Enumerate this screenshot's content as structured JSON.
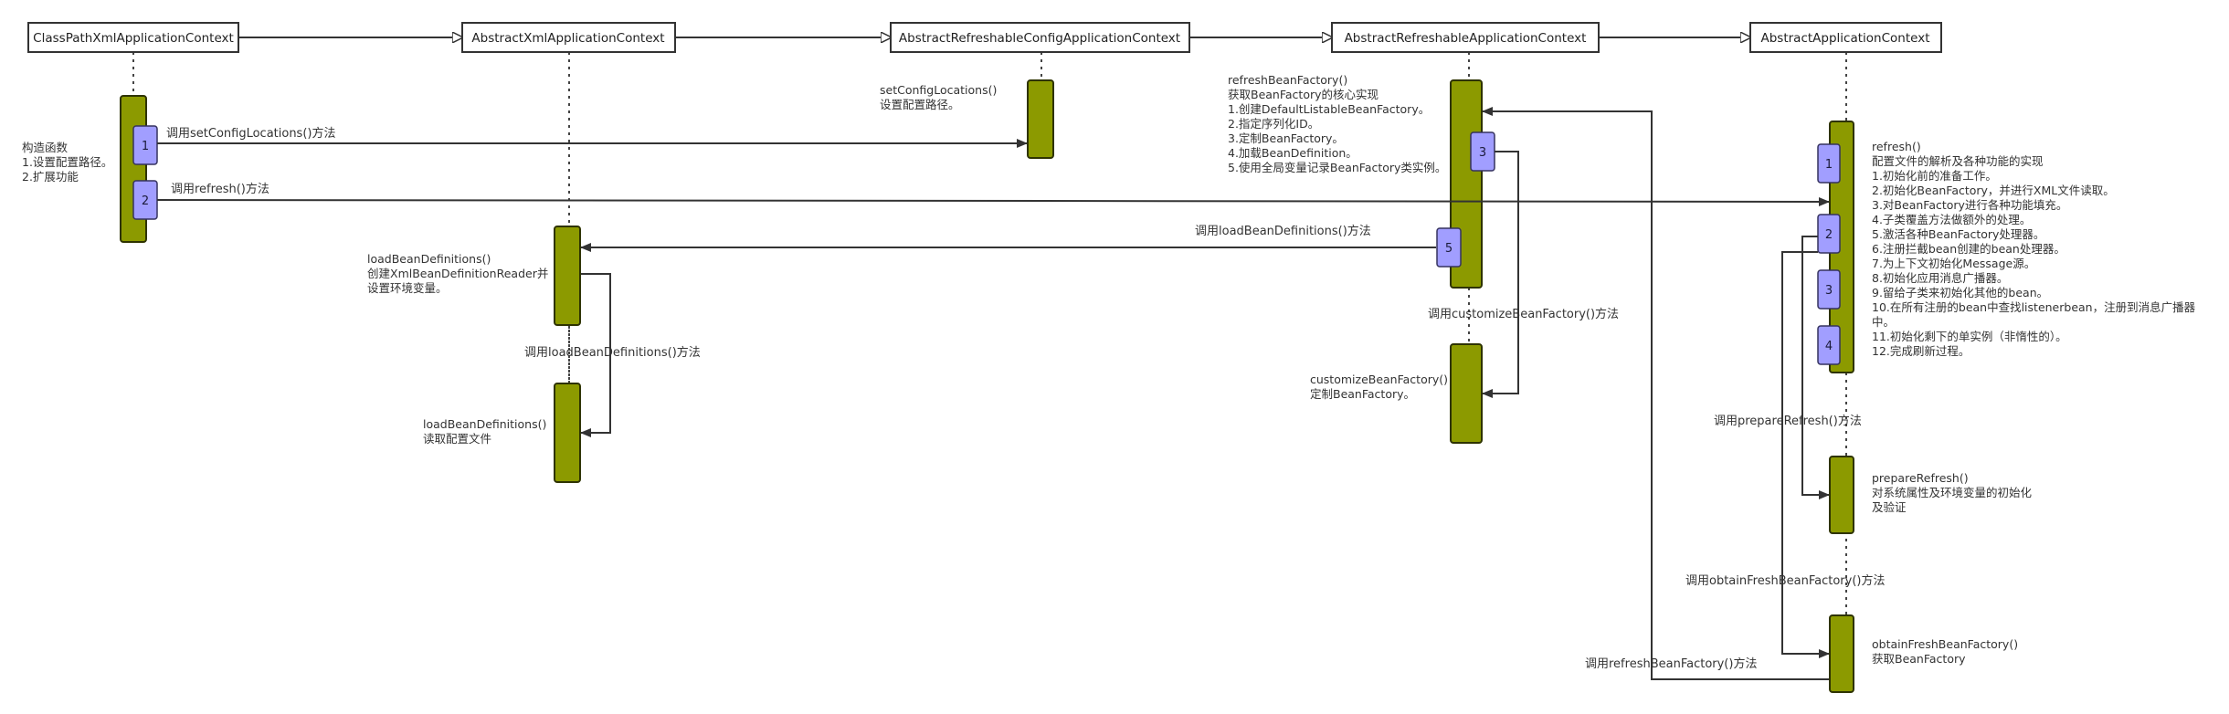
{
  "participants": {
    "p0": "ClassPathXmlApplicationContext",
    "p1": "AbstractXmlApplicationContext",
    "p2": "AbstractRefreshableConfigApplicationContext",
    "p3": "AbstractRefreshableApplicationContext",
    "p4": "AbstractApplicationContext"
  },
  "sub_numbers": {
    "n1": "1",
    "n2": "2",
    "n3": "3",
    "n4": "4",
    "n5": "5"
  },
  "messages": {
    "m_setConfig": "调用setConfigLocations()方法",
    "m_refresh": "调用refresh()方法",
    "m_loadBD1": "调用loadBeanDefinitions()方法",
    "m_loadBD2": "调用loadBeanDefinitions()方法",
    "m_customize": "调用customizeBeanFactory()方法",
    "m_prepare": "调用prepareRefresh()方法",
    "m_obtain": "调用obtainFreshBeanFactory()方法",
    "m_refreshBF": "调用refreshBeanFactory()方法"
  },
  "notes": {
    "constructor": [
      "构造函数",
      "1.设置配置路径。",
      "2.扩展功能"
    ],
    "setConfigLocations": [
      "setConfigLocations()",
      "设置配置路径。"
    ],
    "loadBD_xml": [
      "loadBeanDefinitions()",
      "创建XmlBeanDefinitionReader并",
      "设置环境变量。"
    ],
    "loadBD_read": [
      "loadBeanDefinitions()",
      "读取配置文件"
    ],
    "refreshBeanFactory": [
      "refreshBeanFactory()",
      "获取BeanFactory的核心实现",
      "1.创建DefaultListableBeanFactory。",
      "2.指定序列化ID。",
      "3.定制BeanFactory。",
      "4.加载BeanDefinition。",
      "5.使用全局变量记录BeanFactory类实例。"
    ],
    "customizeBeanFactory": [
      "customizeBeanFactory()",
      "定制BeanFactory。"
    ],
    "refresh": [
      "refresh()",
      "配置文件的解析及各种功能的实现",
      "1.初始化前的准备工作。",
      "2.初始化BeanFactory，并进行XML文件读取。",
      "3.对BeanFactory进行各种功能填充。",
      "4.子类覆盖方法做额外的处理。",
      "5.激活各种BeanFactory处理器。",
      "6.注册拦截bean创建的bean处理器。",
      "7.为上下文初始化Message源。",
      "8.初始化应用消息广播器。",
      "9.留给子类来初始化其他的bean。",
      "10.在所有注册的bean中查找listenerbean，注册到消息广播器",
      "中。",
      "11.初始化剩下的单实例（非惰性的）。",
      "12.完成刷新过程。"
    ],
    "prepareRefresh": [
      "prepareRefresh()",
      "对系统属性及环境变量的初始化",
      "及验证"
    ],
    "obtainFreshBeanFactory": [
      "obtainFreshBeanFactory()",
      "获取BeanFactory"
    ]
  }
}
